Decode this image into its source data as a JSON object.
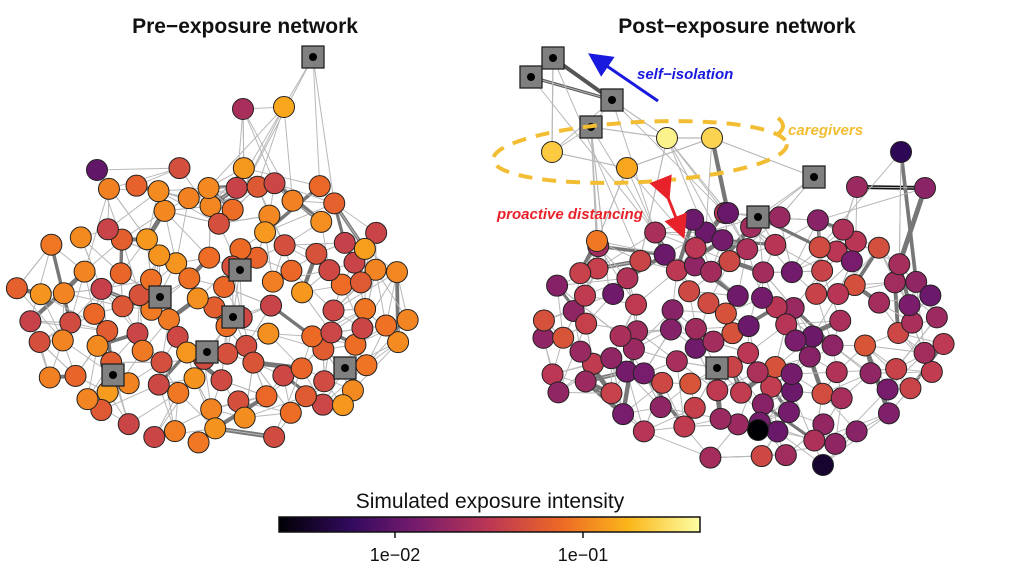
{
  "panels": {
    "left_title": "Pre−exposure network",
    "right_title": "Post−exposure network"
  },
  "annotations": {
    "self_isolation": "self−isolation",
    "caregivers": "caregivers",
    "proactive_distancing": "proactive distancing"
  },
  "colors": {
    "self_isolation": "#1a1adf",
    "caregivers": "#f2bd33",
    "proactive_distancing": "#e8222a",
    "node_stroke": "#222222",
    "square_fill": "#808080",
    "edge": "#b8b8b8"
  },
  "colorbar": {
    "title": "Simulated exposure intensity",
    "scale": "log",
    "range": [
      0.0024,
      0.42
    ],
    "ticks": [
      {
        "value": 0.01,
        "label": "1e−02"
      },
      {
        "value": 0.1,
        "label": "1e−01"
      }
    ],
    "colormap": [
      "#000004",
      "#320a5e",
      "#781c6d",
      "#bc3754",
      "#ed6925",
      "#fbb61a",
      "#fcffa4"
    ]
  }
}
